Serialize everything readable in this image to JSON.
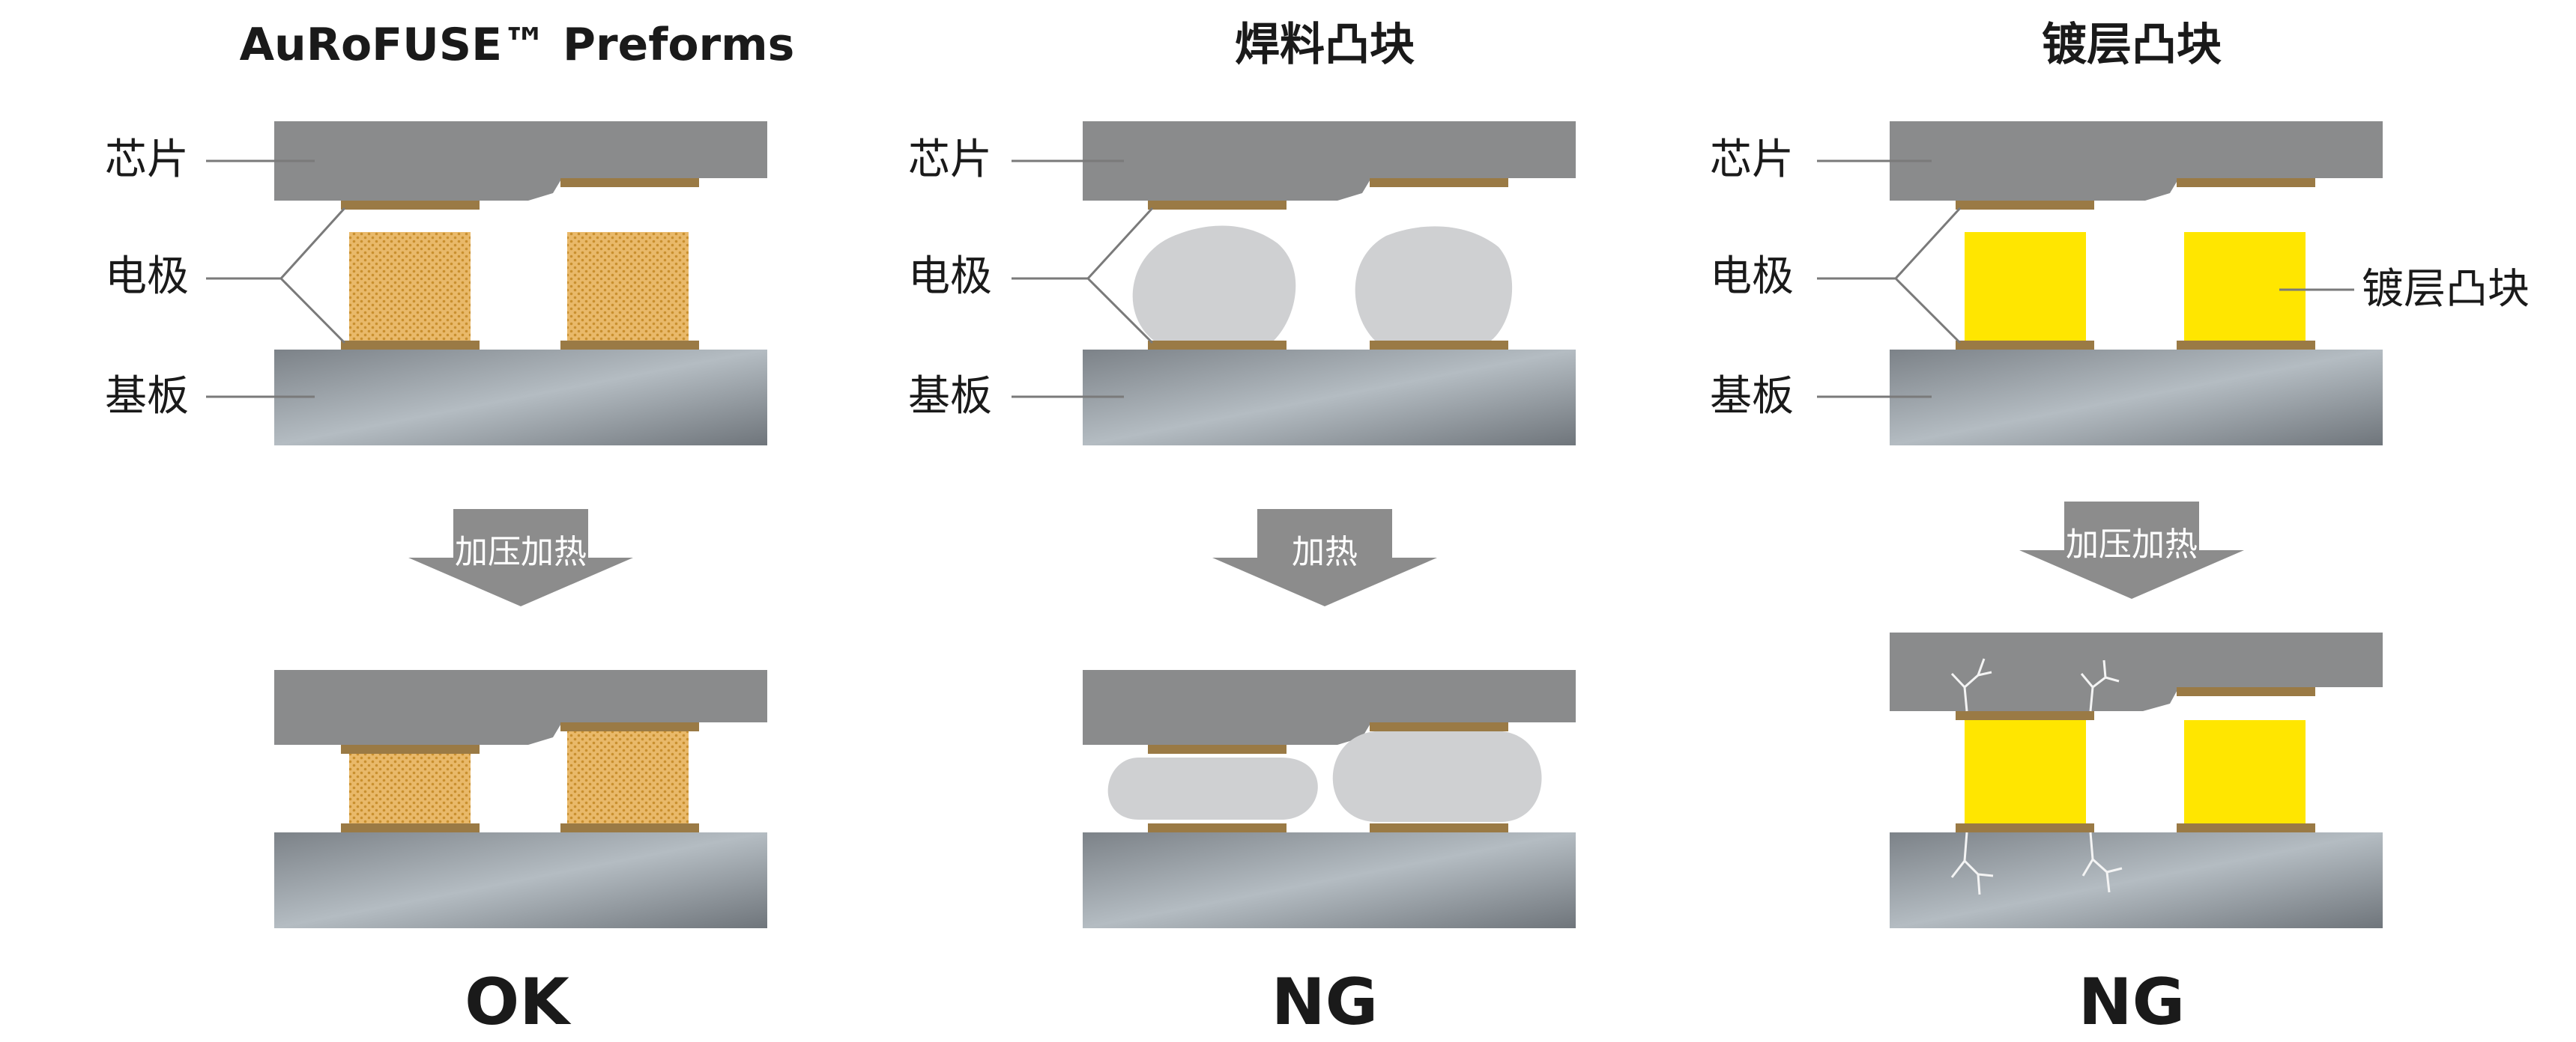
{
  "columns": [
    {
      "title": "AuRoFUSE™ Preforms",
      "labels": {
        "chip": "芯片",
        "electrode": "电极",
        "substrate": "基板"
      },
      "arrow": "加压加热",
      "verdict": "OK"
    },
    {
      "title": "焊料凸块",
      "labels": {
        "chip": "芯片",
        "electrode": "电极",
        "substrate": "基板"
      },
      "arrow": "加热",
      "verdict": "NG"
    },
    {
      "title": "镀层凸块",
      "labels": {
        "chip": "芯片",
        "electrode": "电极",
        "substrate": "基板",
        "bump": "镀层凸块"
      },
      "arrow": "加压加热",
      "verdict": "NG"
    }
  ],
  "colors": {
    "chip": "#8a8b8c",
    "electrode_pad": "#9a7a45",
    "preform": "#e9b96a",
    "solder": "#cfd0d2",
    "plated_bump": "#ffe600",
    "arrow": "#8c8c8c",
    "substrate_gradient": [
      "#7c8288",
      "#b4bcc2",
      "#6f757b"
    ]
  }
}
